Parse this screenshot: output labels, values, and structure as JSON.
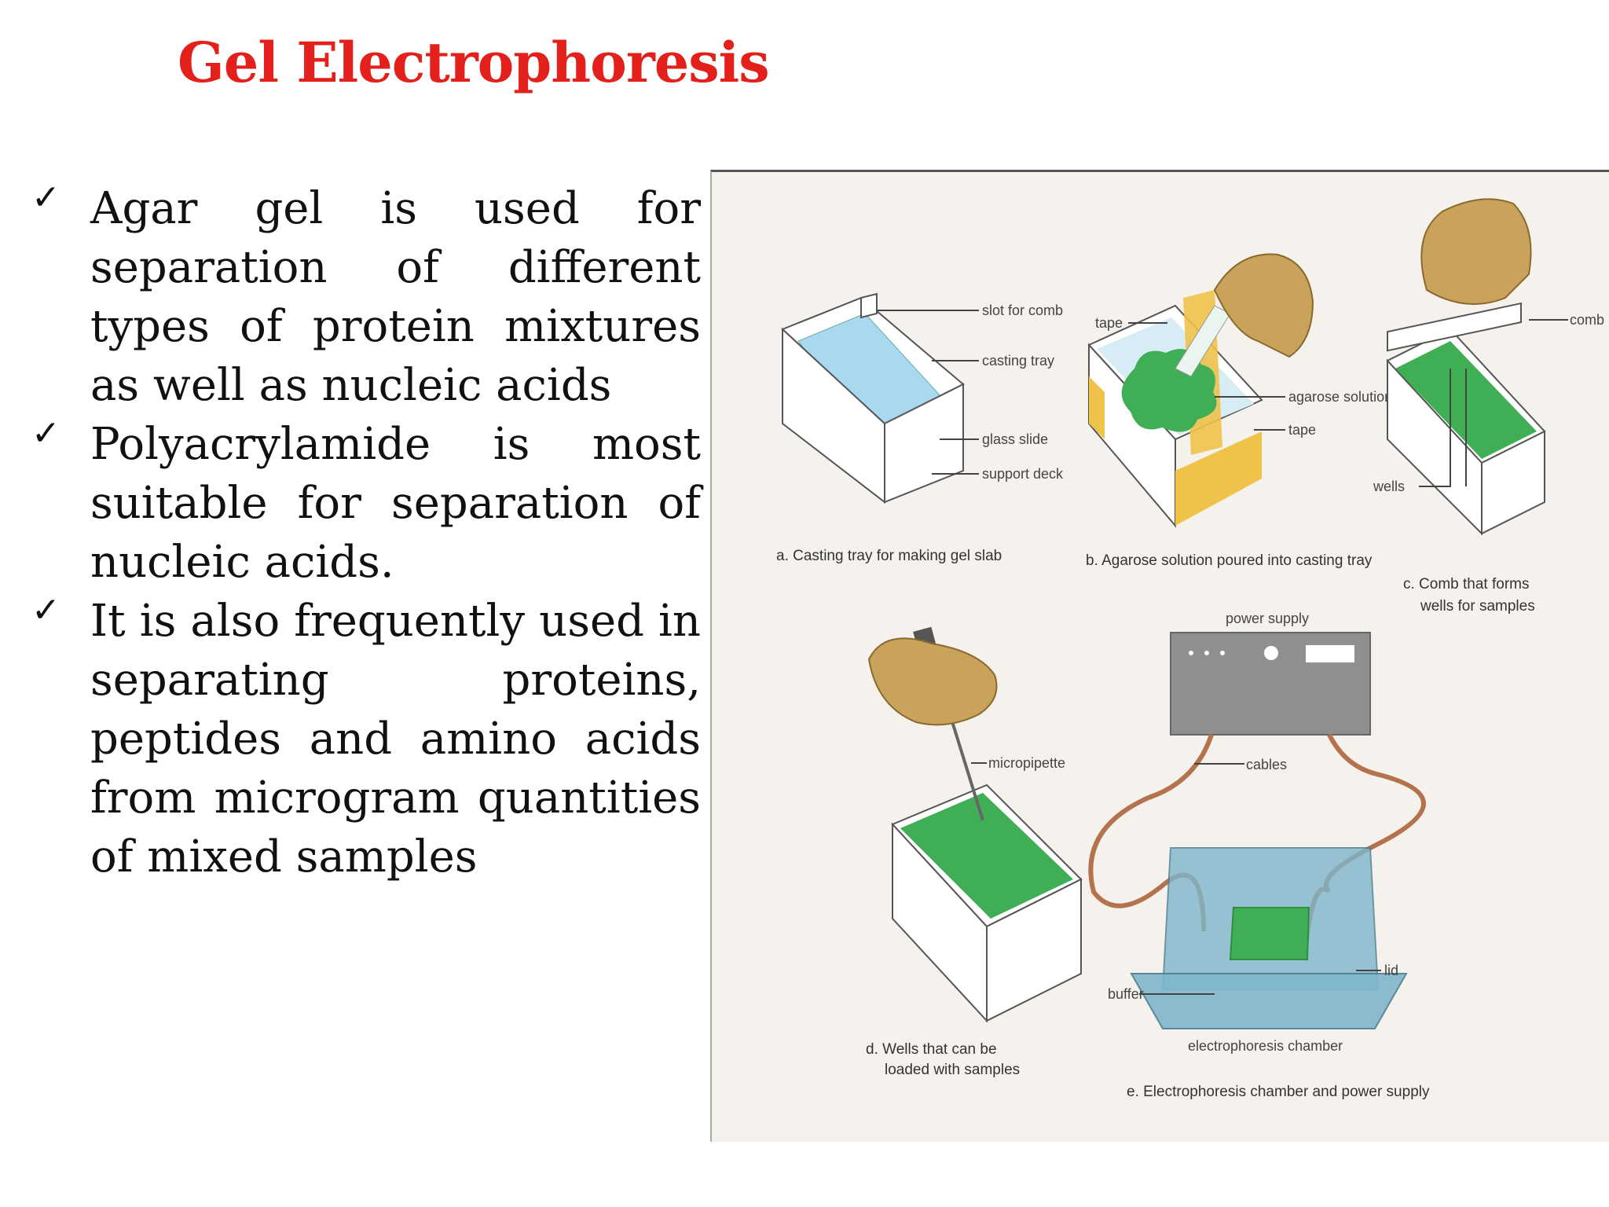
{
  "title": "Gel Electrophoresis",
  "bullets": [
    {
      "icon": "check-icon",
      "text": "Agar gel is used for separation of different types of protein mixtures as well as nucleic acids"
    },
    {
      "icon": "check-icon",
      "text": "Polyacrylamide is most suitable for separation of nucleic acids."
    },
    {
      "icon": "check-icon",
      "text": "It is also frequently used in separating proteins, peptides and amino acids from microgram quantities of mixed samples"
    }
  ],
  "figure": {
    "panel_a": {
      "labels": {
        "slot": "slot for comb",
        "tray": "casting tray",
        "slide": "glass slide",
        "deck": "support deck"
      },
      "caption": "a. Casting tray for making gel slab"
    },
    "panel_b": {
      "labels": {
        "tape_top": "tape",
        "agarose": "agarose solution",
        "tape_side": "tape"
      },
      "caption": "b. Agarose solution poured into casting tray"
    },
    "panel_c": {
      "labels": {
        "comb": "comb",
        "wells": "wells"
      },
      "caption_line1": "c. Comb that forms",
      "caption_line2": "wells for samples"
    },
    "panel_d": {
      "labels": {
        "micropipette": "micropipette"
      },
      "caption_line1": "d. Wells that can be",
      "caption_line2": "loaded with samples"
    },
    "panel_e": {
      "labels": {
        "power": "power supply",
        "cables": "cables",
        "lid": "lid",
        "buffer": "buffer",
        "chamber": "electrophoresis chamber"
      },
      "caption": "e. Electrophoresis chamber and power supply"
    },
    "colors": {
      "gel": "#3fae55",
      "gel_dark": "#2e8c44",
      "water": "#a9d9ee",
      "tape": "#efc24a",
      "buffer": "#7fb6cc",
      "hand": "#c9a25c",
      "cable": "#b5734d",
      "power_box": "#8f8f8f"
    }
  }
}
